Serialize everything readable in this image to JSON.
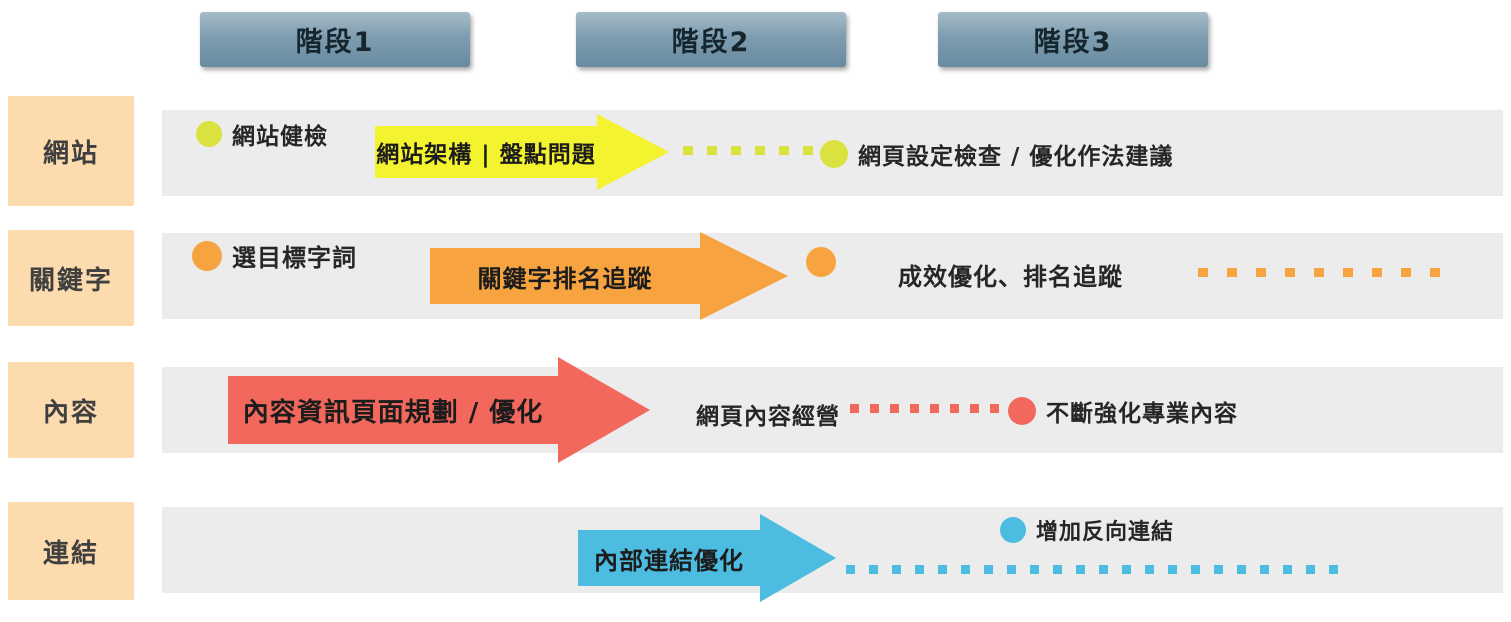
{
  "phases": [
    {
      "label": "階段1"
    },
    {
      "label": "階段2"
    },
    {
      "label": "階段3"
    }
  ],
  "rows": {
    "website": {
      "category": "網站",
      "start_label": "網站健檢",
      "arrow_label": "網站架構 | 盤點問題",
      "end_label": "網頁設定檢查 / 優化作法建議",
      "color": "#f3f32f",
      "dot_color": "#d9e23e"
    },
    "keyword": {
      "category": "關鍵字",
      "start_label": "選目標字詞",
      "arrow_label": "關鍵字排名追蹤",
      "end_label": "成效優化、排名追蹤",
      "color": "#f7a440"
    },
    "content": {
      "category": "內容",
      "arrow_label": "內容資訊頁面規劃 / 優化",
      "mid_label": "網頁內容經營",
      "end_label": "不斷強化專業內容",
      "color": "#f3685c"
    },
    "link": {
      "category": "連結",
      "arrow_label": "內部連結優化",
      "end_label": "增加反向連結",
      "color": "#4cbce1"
    }
  },
  "colors": {
    "phase_header": "#7e9db0",
    "category_bg": "#fcdcae",
    "band_bg": "#ececec"
  }
}
